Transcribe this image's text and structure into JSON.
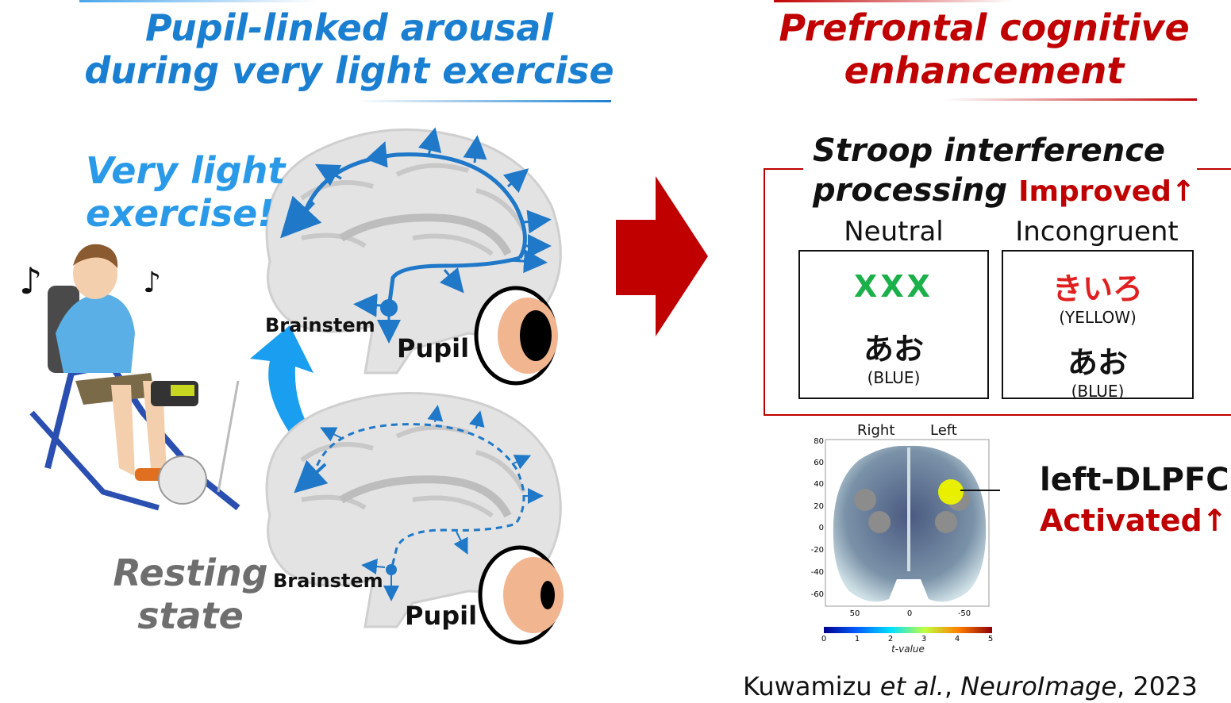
{
  "left_panel": {
    "title_line1": "Pupil-linked arousal",
    "title_line2": "during very light exercise",
    "exercise_line1": "Very light",
    "exercise_line2": "exercise!",
    "resting_line1": "Resting",
    "resting_line2": "state",
    "top_brain": {
      "brainstem_label": "Brainstem",
      "pupil_label": "Pupil"
    },
    "bottom_brain": {
      "brainstem_label": "Brainstem",
      "pupil_label": "Pupil"
    },
    "note1": "♪",
    "note2": "♪"
  },
  "right_panel": {
    "title_line1": "Prefrontal cognitive",
    "title_line2": "enhancement",
    "stroop_line1": "Stroop interference",
    "stroop_line2": "processing",
    "improved": "Improved↑",
    "neutral": {
      "header": "Neutral",
      "top": "XXX",
      "bottom": "あお",
      "bottom_sub": "(BLUE)"
    },
    "incongruent": {
      "header": "Incongruent",
      "top": "きいろ",
      "top_sub": "(YELLOW)",
      "bottom": "あお",
      "bottom_sub": "(BLUE)"
    },
    "brain_map": {
      "right_label": "Right",
      "left_label": "Left",
      "y_ticks": [
        "80",
        "60",
        "40",
        "20",
        "0",
        "-20",
        "-40",
        "-60"
      ],
      "x_ticks": [
        "50",
        "0",
        "-50"
      ],
      "colorbar_ticks": [
        "0",
        "1",
        "2",
        "3",
        "4",
        "5"
      ],
      "colorbar_label": "t-value"
    },
    "region": "left-DLPFC",
    "activated": "Activated↑"
  },
  "citation": {
    "authors": "Kuwamizu ",
    "etal": "et al.",
    "comma1": ", ",
    "journal": "NeuroImage",
    "year": ", 2023"
  },
  "colors": {
    "blue_title": "#1a7fd0",
    "red_title": "#c00000",
    "arrow_red": "#c00000",
    "pathway_blue": "#1f78c8"
  }
}
